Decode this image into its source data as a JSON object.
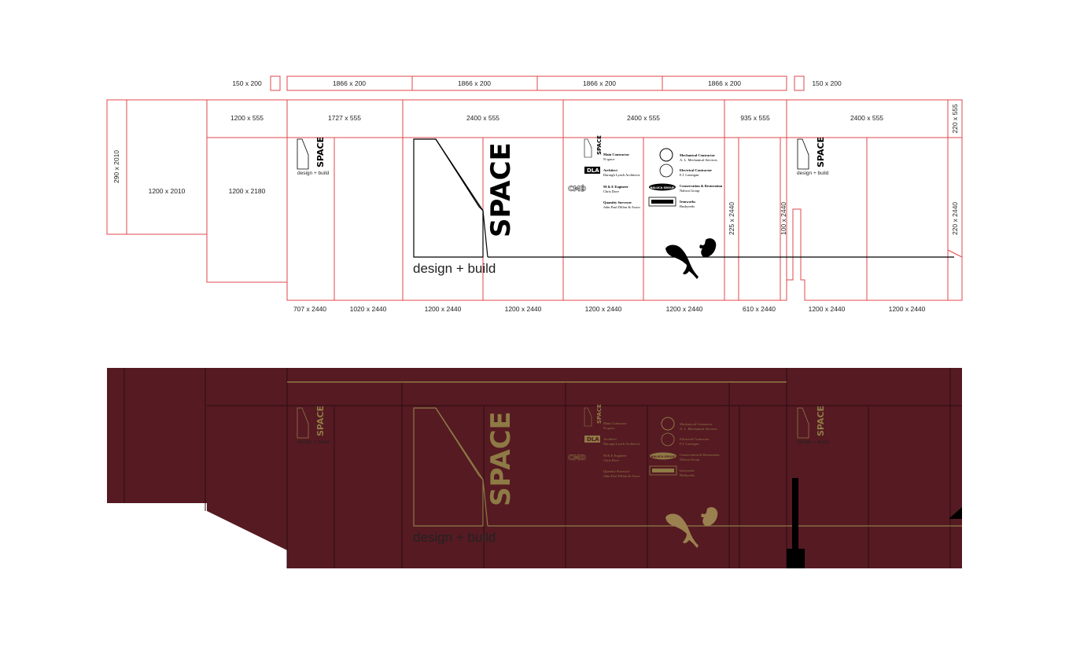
{
  "colors": {
    "panel_line": "#e0474c",
    "hoarding_bg": "#561a22",
    "gold": "#8d7a45",
    "ink": "#000000"
  },
  "brand": {
    "word": "SPACE",
    "tagline": "design + build"
  },
  "top_strip": [
    "150 x 200",
    "1866 x 200",
    "1866 x 200",
    "1866 x 200",
    "1866 x 200",
    "150 x 200"
  ],
  "header_row": [
    "1200 x 555",
    "1727 x 555",
    "2400 x 555",
    "2400 x 555",
    "935 x 555",
    "2400 x 555",
    "220 x 555"
  ],
  "left_labels": {
    "end_panel": "290 x 2010",
    "low_panel": "1200 x 2010",
    "mid_panel": "1200 x 2180"
  },
  "vertical_labels": [
    "225 x 2440",
    "100 x 2440",
    "220 x 2440"
  ],
  "bottom_row": [
    "707 x 2440",
    "1020 x 2440",
    "1200 x 2440",
    "1200 x 2440",
    "1200 x 2440",
    "1200 x 2440",
    "610 x 2440",
    "1200 x 2440",
    "1200 x 2440"
  ],
  "credits": [
    {
      "role": "Main Contractor",
      "name": "N space"
    },
    {
      "role": "Architect",
      "name": "Darragh Lynch Architects"
    },
    {
      "role": "M & E Engineer",
      "name": "Chris Dore"
    },
    {
      "role": "Quantity Surveyor",
      "name": "John Paul Dillon & Assoc."
    },
    {
      "role": "Mechanical Contractor",
      "name": "A. L. Mechanical Services"
    },
    {
      "role": "Electrical Contractor",
      "name": "F.J. Lonergan"
    },
    {
      "role": "Conservation & Restoration",
      "name": "Naluca Group"
    },
    {
      "role": "Ironworks",
      "name": "Bushyreds"
    }
  ],
  "logos": {
    "arch": "DLA",
    "me": "CMD",
    "conservation": "NALUCA GROUP"
  }
}
